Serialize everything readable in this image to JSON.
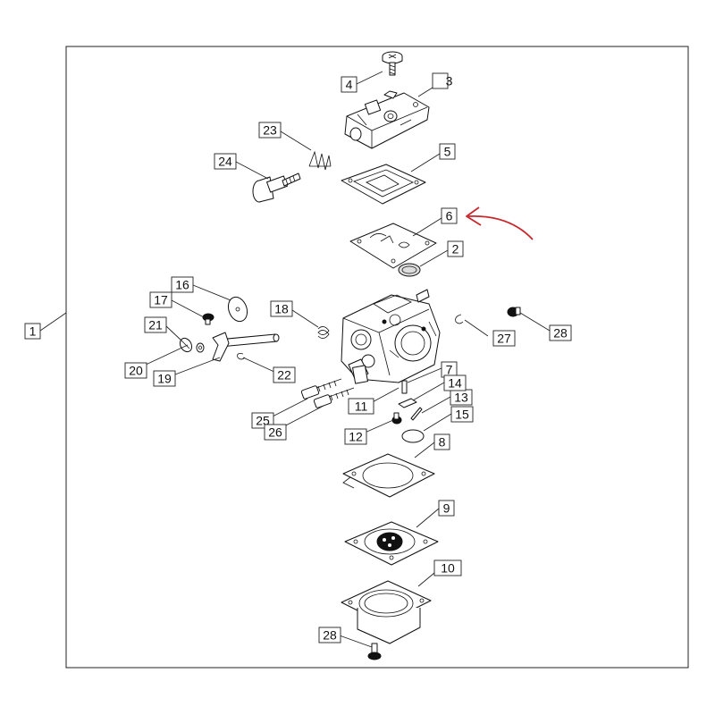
{
  "diagram": {
    "labels": {
      "l1": "1",
      "l2": "2",
      "l3": "3",
      "l4": "4",
      "l5": "5",
      "l6": "6",
      "l7": "7",
      "l8": "8",
      "l9": "9",
      "l10": "10",
      "l11": "11",
      "l12": "12",
      "l13": "13",
      "l14": "14",
      "l15": "15",
      "l16": "16",
      "l17": "17",
      "l18": "18",
      "l19": "19",
      "l20": "20",
      "l21": "21",
      "l22": "22",
      "l23": "23",
      "l24": "24",
      "l25": "25",
      "l26": "26",
      "l27": "27",
      "l28a": "28",
      "l28b": "28"
    },
    "highlighted_part": "6",
    "arrow_color": "#c8282d"
  }
}
